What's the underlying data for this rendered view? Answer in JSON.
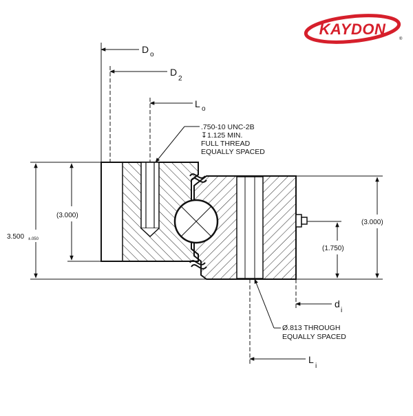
{
  "logo": {
    "text": "KAYDON",
    "registered": "®",
    "color": "#d61f2b"
  },
  "labels": {
    "do": "D",
    "do_sub": "o",
    "d2": "D",
    "d2_sub": "2",
    "lo": "L",
    "lo_sub": "o",
    "di": "d",
    "di_sub": "i",
    "li": "L",
    "li_sub": "i"
  },
  "notes": {
    "thread": [
      ".750-10 UNC-2B",
      "1.125 MIN.",
      "FULL THREAD",
      "EQUALLY SPACED"
    ],
    "thread_depth_symbol": "↧",
    "hole": [
      "Ø.813 THROUGH",
      "EQUALLY SPACED"
    ]
  },
  "dimensions": {
    "overall_height": "3.500",
    "overall_height_tol": "±.050",
    "outer_height": "(3.000)",
    "inner_height": "(3.000)",
    "ball_center": "(1.750)"
  }
}
